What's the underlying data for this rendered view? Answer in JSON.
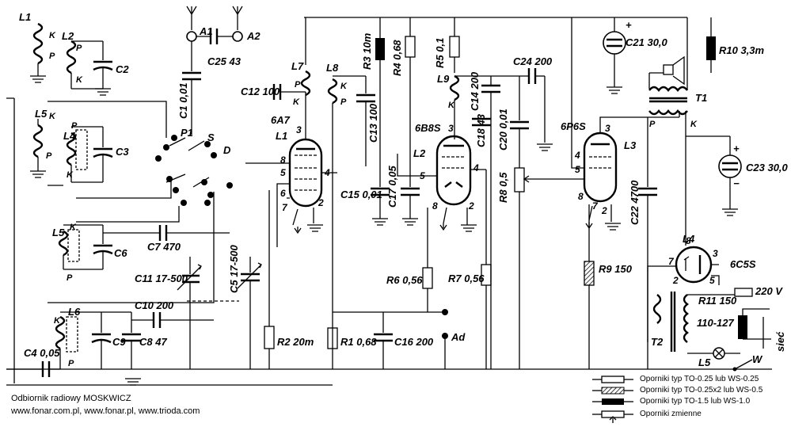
{
  "caption": {
    "line1": "Odbiornik radiowy MOSKWICZ",
    "line2": "www.fonar.com.pl, www.fonar.pl, www.trioda.com"
  },
  "legend": [
    {
      "text": "Oporniki typ TO-0.25 lub WS-0.25"
    },
    {
      "text": "Oporniki typ TO-0.25x2 lub WS-0.5"
    },
    {
      "text": "Oporniki typ TO-1.5 lub WS-1.0"
    },
    {
      "text": "Oporniki zmienne"
    }
  ],
  "components": {
    "L1": "L1",
    "L2": "L2",
    "C2": "C2",
    "L5": "L5",
    "L4": "L4",
    "C3": "C3",
    "L5b": "L5",
    "C6": "C6",
    "L6": "L6",
    "C9": "C9",
    "C8": "C8 47",
    "C4": "C4 0,05",
    "C10": "C10 200",
    "C7": "C7 470",
    "C11": "C11 17-500",
    "C5": "C5 17-500",
    "R2": "R2 20т",
    "A1": "A1",
    "A2": "A2",
    "C1": "C1 0,01",
    "C25": "C25 43",
    "P1": "P1",
    "S": "S",
    "D": "D",
    "C12": "C12 100",
    "L7": "L7",
    "tube1": "6A7",
    "tube1_ref": "L1",
    "L8": "L8",
    "C13": "C13 100",
    "R3": "R3 10т",
    "R4": "R4 0,68",
    "R5": "R5 0,1",
    "L9": "L9",
    "C14": "C14 200",
    "C18": "C18 43",
    "C20": "C20 0,01",
    "C24": "C24 200",
    "C15": "C15 0,01",
    "C17": "C17 0,05",
    "tube2": "6B8S",
    "tube2_ref": "L2",
    "R8": "R8 0,5",
    "R6": "R6 0,56",
    "R7": "R7 0,56",
    "R1": "R1 0,68",
    "C16": "C16 200",
    "Ad": "Ad",
    "tube3": "6P6S",
    "tube3_ref": "L3",
    "C22": "C22 4700",
    "R9": "R9 150",
    "C21": "C21 30,0",
    "R10": "R10 3,3т",
    "T1": "T1",
    "C23": "C23 30,0",
    "tube4": "6C5S",
    "tube4_ref": "L4",
    "T2": "T2",
    "R11": "R11 150",
    "v220": "220 V",
    "v110": "110-127",
    "L5c": "L5",
    "W": "W",
    "siec": "sieć"
  }
}
